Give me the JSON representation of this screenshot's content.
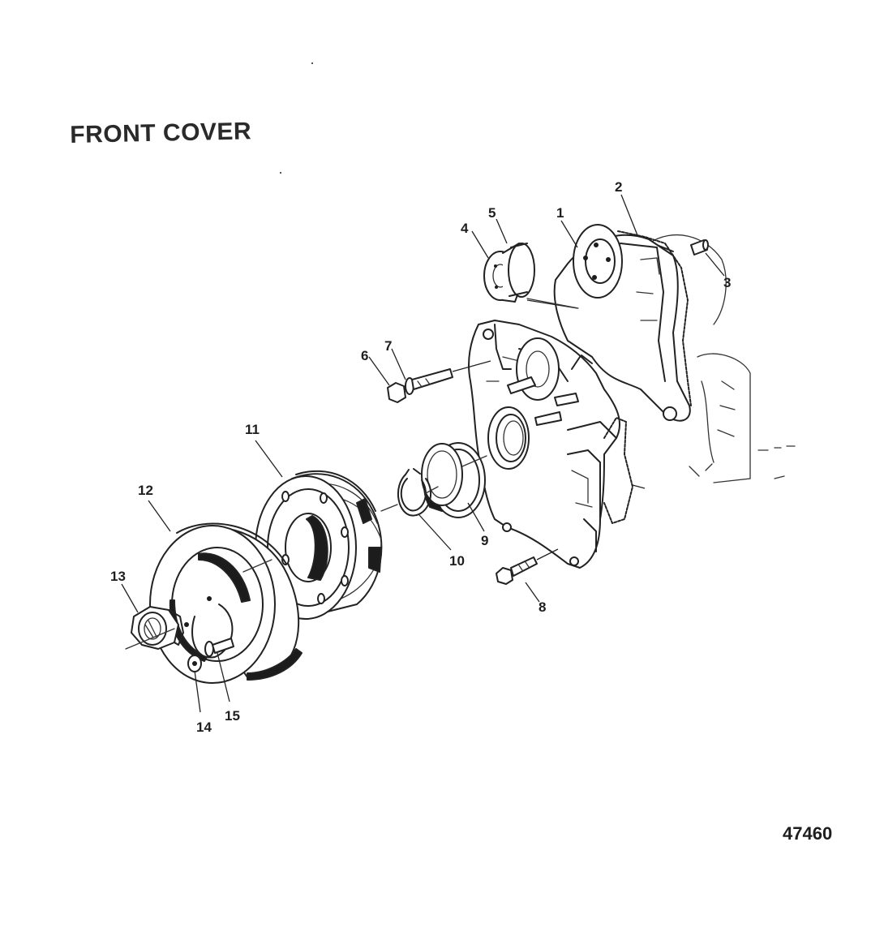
{
  "title": "FRONT COVER",
  "figure_number": "47460",
  "callouts": [
    {
      "label": "1"
    },
    {
      "label": "2"
    },
    {
      "label": "3"
    },
    {
      "label": "4"
    },
    {
      "label": "5"
    },
    {
      "label": "6"
    },
    {
      "label": "7"
    },
    {
      "label": "8"
    },
    {
      "label": "9"
    },
    {
      "label": "10"
    },
    {
      "label": "11"
    },
    {
      "label": "12"
    },
    {
      "label": "13"
    },
    {
      "label": "14"
    },
    {
      "label": "15"
    }
  ]
}
